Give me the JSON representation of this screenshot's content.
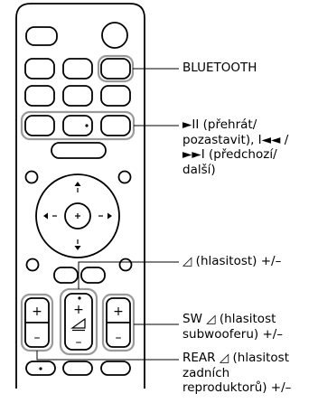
{
  "callouts": {
    "bluetooth": {
      "lines": [
        "BLUETOOTH"
      ]
    },
    "playback": {
      "lines": [
        "►II (přehrát/",
        "pozastavit), I◄◄ /",
        "►►I (předchozí/",
        "další)"
      ]
    },
    "volume": {
      "lines": [
        "◿ (hlasitost) +/–"
      ]
    },
    "sw_volume": {
      "lines": [
        "SW ◿ (hlasitost",
        "subwooferu) +/–"
      ]
    },
    "rear_volume": {
      "lines": [
        "REAR ◿ (hlasitost",
        "zadních",
        "reproduktorů) +/–"
      ]
    }
  },
  "remote": {
    "volume_rocker": {
      "plus": "+",
      "minus": "–"
    },
    "sw_rocker": {
      "plus": "+",
      "minus": "–"
    },
    "rear_rocker": {
      "plus": "+",
      "minus": "–"
    }
  },
  "colors": {
    "line": "#000000",
    "highlight": "#9a9a9a",
    "background": "#ffffff"
  }
}
